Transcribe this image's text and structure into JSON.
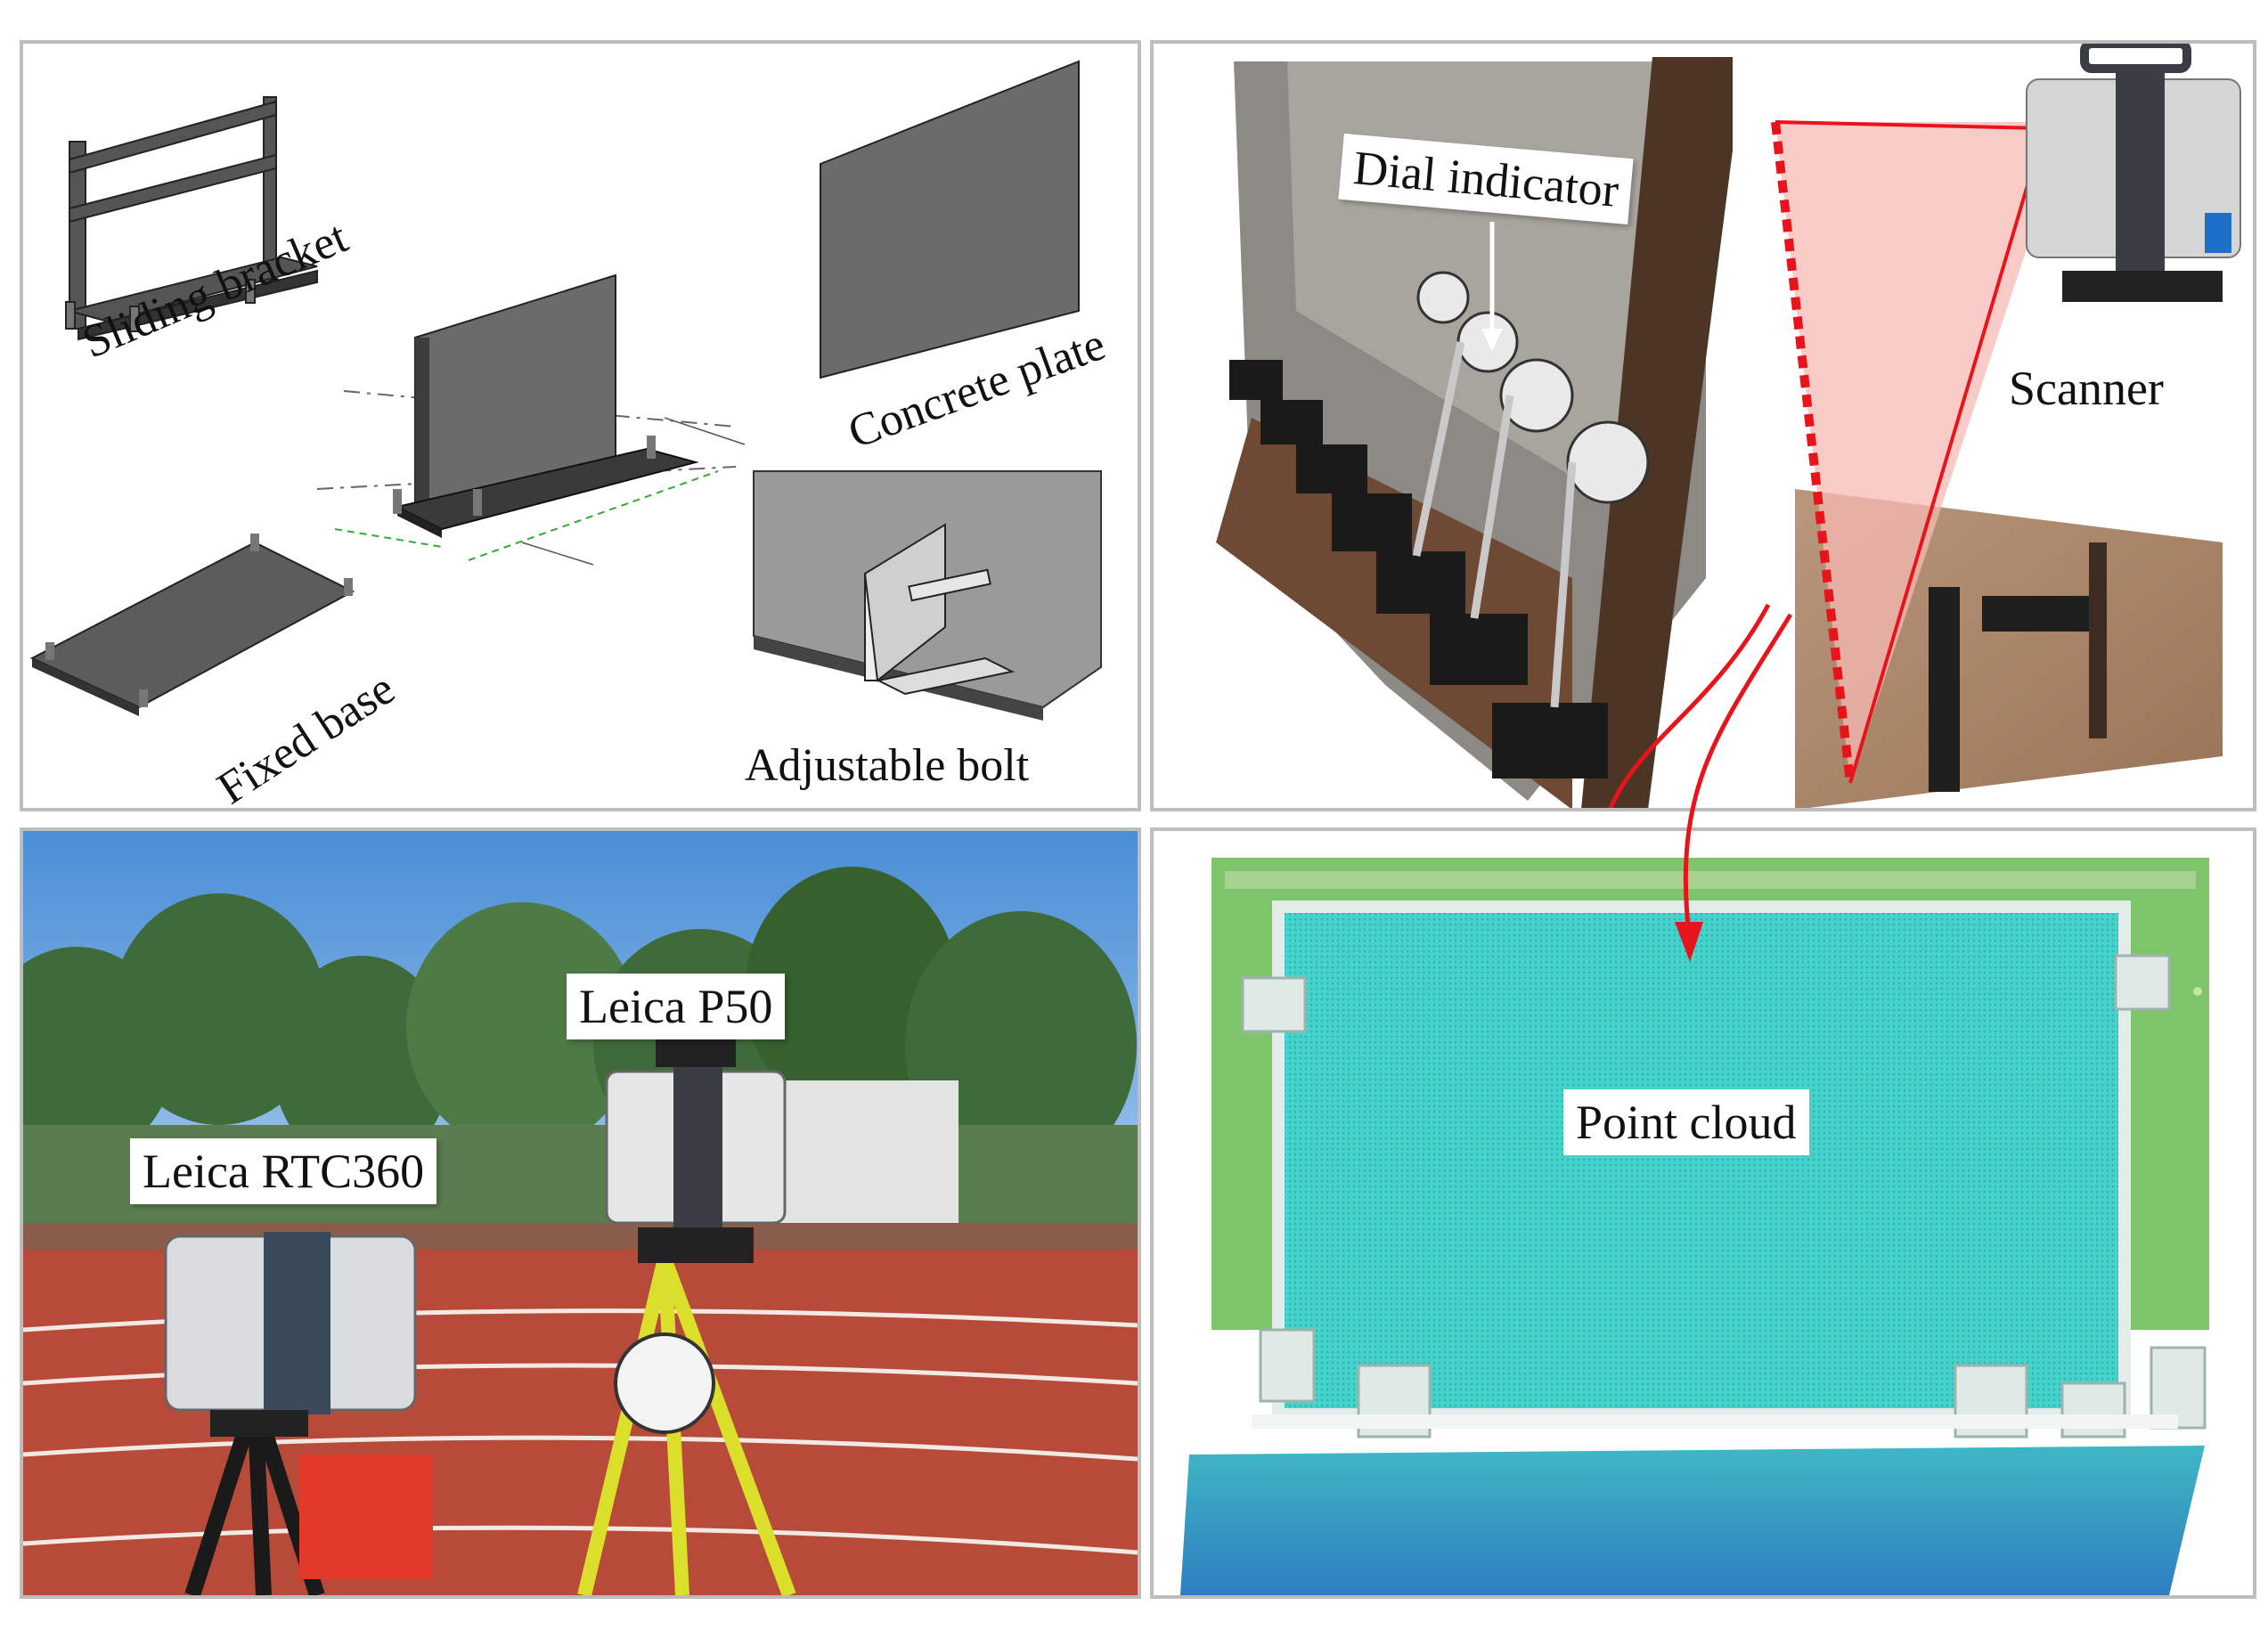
{
  "panels": {
    "components": {
      "labels": {
        "sliding_bracket": "Sliding bracket",
        "concrete_plate": "Concrete plate",
        "fixed_base": "Fixed base",
        "adjustable_bolt": "Adjustable bolt"
      }
    },
    "setup_photo": {
      "labels": {
        "dial_indicator": "Dial indicator",
        "scanner": "Scanner"
      }
    },
    "scanners_photo": {
      "labels": {
        "leica_p50": "Leica P50",
        "leica_rtc360": "Leica RTC360"
      }
    },
    "point_cloud": {
      "labels": {
        "point_cloud": "Point cloud"
      }
    }
  },
  "colors": {
    "panel_border": "#bdbdbd",
    "laser_line": "#e8141b",
    "laser_fill": "#f7b9b4",
    "track": "#b84a3a",
    "sky": "#6fa6df",
    "tripod_yellow": "#d9df2a",
    "cloud_cyan": "#3fd6d0",
    "cloud_green": "#7ec46a",
    "cloud_blue": "#2f8fc6"
  }
}
